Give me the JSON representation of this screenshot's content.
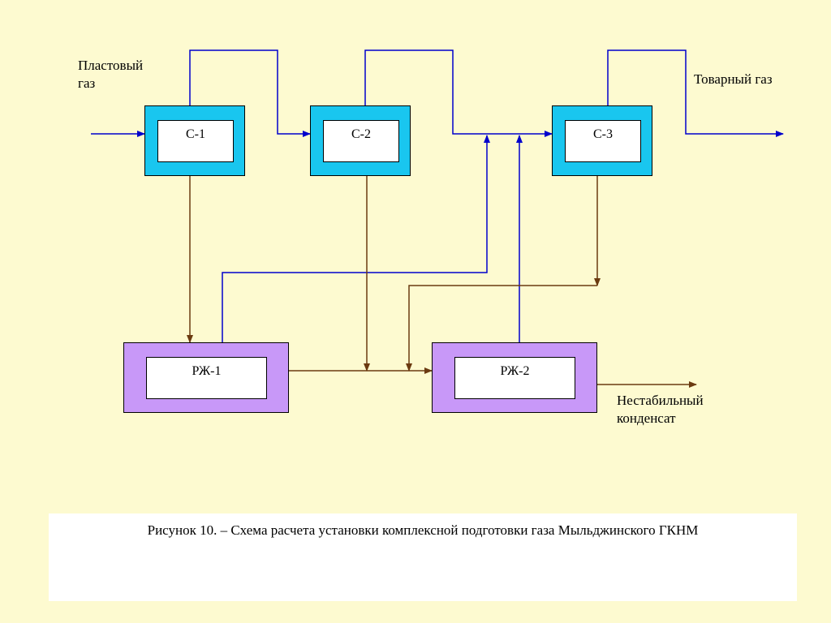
{
  "labels": {
    "inlet_gas_line1": "Пластовый",
    "inlet_gas_line2": "газ",
    "product_gas": "Товарный газ",
    "condensate_line1": "Нестабильный",
    "condensate_line2": "конденсат"
  },
  "units": {
    "c1": "С-1",
    "c2": "С-2",
    "c3": "С-3",
    "rzh1": "РЖ-1",
    "rzh2": "РЖ-2"
  },
  "caption": "Рисунок 10. – Схема расчета установки комплексной подготовки газа Мыльджинского ГКНМ",
  "colors": {
    "background": "#fdfad0",
    "separator_fill": "#19c6ef",
    "tank_fill": "#c898f8",
    "gas_line": "#0000cc",
    "liquid_line": "#6b3a10"
  }
}
